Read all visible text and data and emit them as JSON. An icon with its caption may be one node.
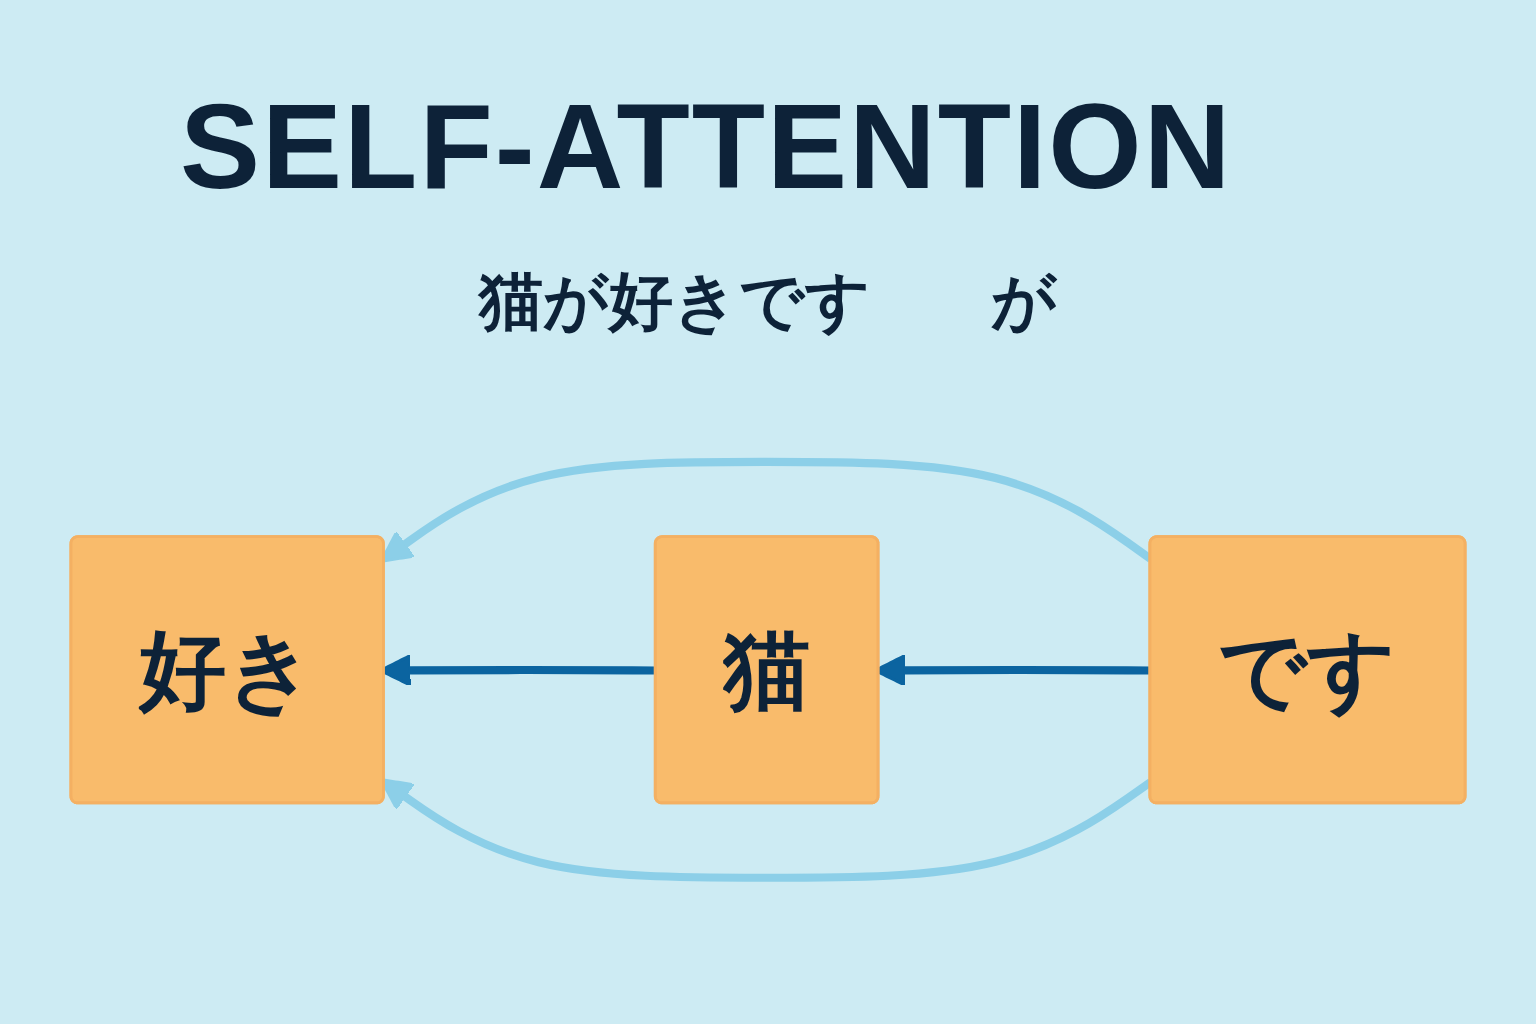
{
  "diagram": {
    "title": "SELF-ATTENTION",
    "nodes": [
      {
        "text": [
          "猫"
        ]
      },
      {
        "text": [
          "好き"
        ]
      },
      {
        "text": [
          "です"
        ]
      }
    ],
    "edges": [
      {
        "from": 2,
        "to": 0,
        "arrow": "to"
      },
      {
        "from": 2,
        "to": 1,
        "arrow": "to",
        "color": "#8ccfe8"
      },
      {
        "from": 0,
        "to": 1,
        "arrow": "to"
      },
      {
        "from": 2,
        "to": 1,
        "arrow": "to",
        "color": "#8ccfe8"
      }
    ],
    "labels": [
      "猫が好きです",
      "が"
    ]
  }
}
